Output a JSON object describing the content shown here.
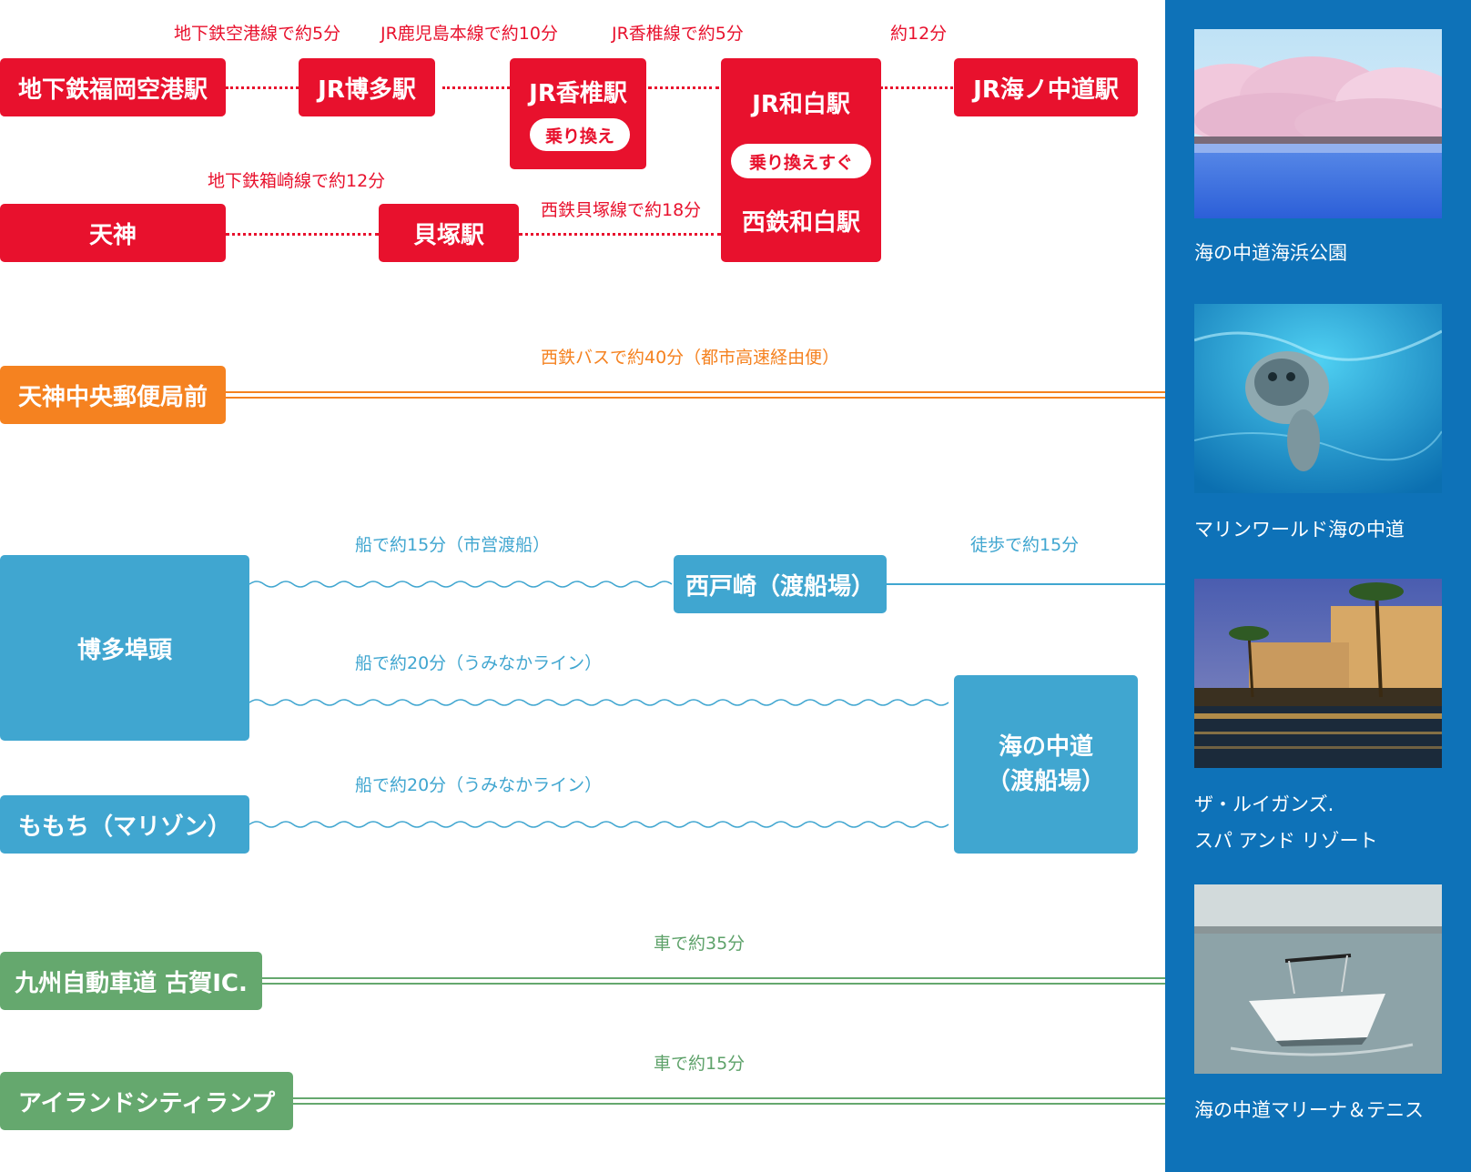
{
  "rail": {
    "stations": {
      "fukuoka_airport": "地下鉄福岡空港駅",
      "hakata": "JR博多駅",
      "kashii": "JR香椎駅",
      "wajiro_jr": "JR和白駅",
      "uminonakamichi": "JR海ノ中道駅",
      "tenjin": "天神",
      "kaizuka": "貝塚駅",
      "wajiro_nishitetsu": "西鉄和白駅"
    },
    "transfer_kashii": "乗り換え",
    "transfer_wajiro": "乗り換えすぐ",
    "segments": {
      "airport_line": "地下鉄空港線で約5分",
      "kagoshima_line": "JR鹿児島本線で約10分",
      "kashii_line": "JR香椎線で約5分",
      "to_uminonakamichi": "約12分",
      "hakozaki_line": "地下鉄箱崎線で約12分",
      "kaizuka_line": "西鉄貝塚線で約18分"
    }
  },
  "bus": {
    "station": "天神中央郵便局前",
    "route": "西鉄バスで約40分（都市高速経由便）"
  },
  "ferry": {
    "hakata_pier": "博多埠頭",
    "saitozaki": "西戸崎（渡船場）",
    "momochi": "ももち（マリゾン）",
    "uminonakamichi_line1": "海の中道",
    "uminonakamichi_line2": "（渡船場）",
    "route_city_ferry": "船で約15分（市営渡船）",
    "route_walk": "徒歩で約15分",
    "route_umi1": "船で約20分（うみなかライン）",
    "route_umi2": "船で約20分（うみなかライン）"
  },
  "car": {
    "koga_ic": "九州自動車道 古賀IC.",
    "island_city": "アイランドシティランプ",
    "route_koga": "車で約35分",
    "route_island": "車で約15分"
  },
  "sidebar": {
    "items": [
      {
        "caption": "海の中道海浜公園",
        "image": "cherry-blossom-nemophila-field"
      },
      {
        "caption": "マリンワールド海の中道",
        "image": "seal-underwater"
      },
      {
        "caption": "ザ・ルイガンズ.\nスパ アンド リゾート",
        "image": "resort-pool-night"
      },
      {
        "caption": "海の中道マリーナ＆テニス",
        "image": "motorboat-sea"
      }
    ]
  },
  "colors": {
    "rail": "#e8112d",
    "bus": "#f58220",
    "ferry": "#40a6d0",
    "car": "#65a86e",
    "sidebar": "#0e72b8"
  }
}
